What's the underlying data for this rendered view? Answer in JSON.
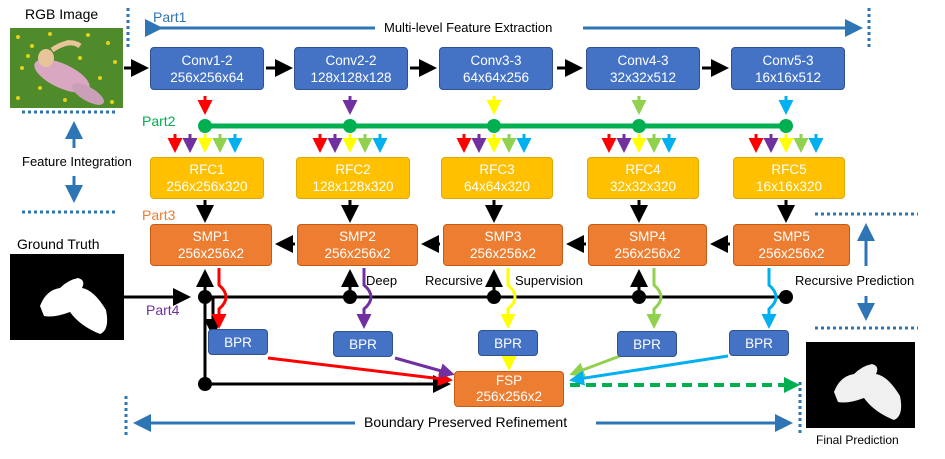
{
  "parts": {
    "part1": "Part1",
    "part2": "Part2",
    "part3": "Part3",
    "part4": "Part4"
  },
  "labels": {
    "rgb_image": "RGB Image",
    "ground_truth": "Ground Truth",
    "final_prediction": "Final Prediction",
    "multi_level": "Multi-level Feature Extraction",
    "feature_integration": "Feature Integration",
    "recursive_prediction": "Recursive Prediction",
    "boundary_refinement": "Boundary Preserved Refinement",
    "deep": "Deep",
    "recursive": "Recursive",
    "supervision": "Supervision"
  },
  "conv": [
    {
      "name": "Conv1-2",
      "size": "256x256x64"
    },
    {
      "name": "Conv2-2",
      "size": "128x128x128"
    },
    {
      "name": "Conv3-3",
      "size": "64x64x256"
    },
    {
      "name": "Conv4-3",
      "size": "32x32x512"
    },
    {
      "name": "Conv5-3",
      "size": "16x16x512"
    }
  ],
  "rfc": [
    {
      "name": "RFC1",
      "size": "256x256x320"
    },
    {
      "name": "RFC2",
      "size": "128x128x320"
    },
    {
      "name": "RFC3",
      "size": "64x64x320"
    },
    {
      "name": "RFC4",
      "size": "32x32x320"
    },
    {
      "name": "RFC5",
      "size": "16x16x320"
    }
  ],
  "smp": [
    {
      "name": "SMP1",
      "size": "256x256x2"
    },
    {
      "name": "SMP2",
      "size": "256x256x2"
    },
    {
      "name": "SMP3",
      "size": "256x256x2"
    },
    {
      "name": "SMP4",
      "size": "256x256x2"
    },
    {
      "name": "SMP5",
      "size": "256x256x2"
    }
  ],
  "bpr": [
    "BPR",
    "BPR",
    "BPR",
    "BPR",
    "BPR"
  ],
  "fsp": {
    "name": "FSP",
    "size": "256x256x2"
  },
  "colors": {
    "conv": "#4472c4",
    "rfc": "#ffc000",
    "smp": "#ed7d31",
    "bus_green": "#00b050",
    "dotted_blue": "#2e75b6",
    "part1": "#2e75b6",
    "part2": "#00b050",
    "part3": "#ed7d31",
    "part4": "#7030a0",
    "level_arrows": [
      "#ff0000",
      "#7030a0",
      "#ffff00",
      "#92d050",
      "#00b0f0"
    ]
  }
}
